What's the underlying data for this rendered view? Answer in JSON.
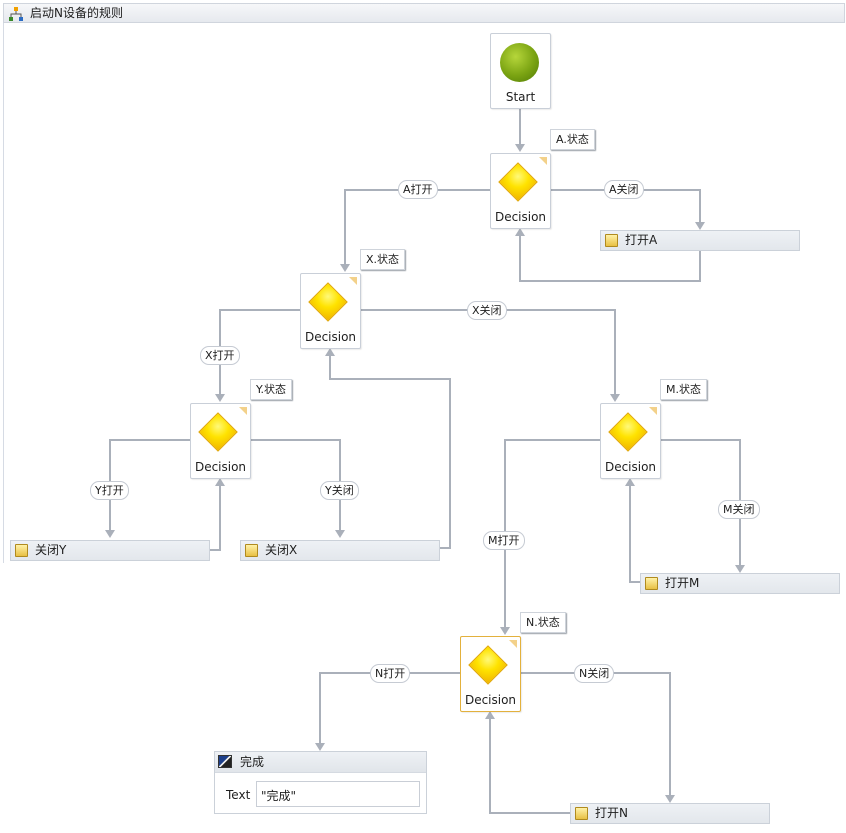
{
  "workflow": {
    "title": "启动N设备的规则"
  },
  "start": {
    "label": "Start"
  },
  "decisions": [
    {
      "id": "A",
      "label": "Decision",
      "condition": "A.状态",
      "true_label": "A打开",
      "false_label": "A关闭"
    },
    {
      "id": "X",
      "label": "Decision",
      "condition": "X.状态",
      "true_label": "X打开",
      "false_label": "X关闭"
    },
    {
      "id": "Y",
      "label": "Decision",
      "condition": "Y.状态",
      "true_label": "Y打开",
      "false_label": "Y关闭"
    },
    {
      "id": "M",
      "label": "Decision",
      "condition": "M.状态",
      "true_label": "M打开",
      "false_label": "M关闭"
    },
    {
      "id": "N",
      "label": "Decision",
      "condition": "N.状态",
      "true_label": "N打开",
      "false_label": "N关闭"
    }
  ],
  "activities": {
    "open_a": "打开A",
    "close_y": "关闭Y",
    "close_x": "关闭X",
    "open_m": "打开M",
    "open_n": "打开N"
  },
  "done": {
    "title": "完成",
    "text_label": "Text",
    "text_value": "\"完成\""
  },
  "colors": {
    "connector": "#aab0ba",
    "decision_fill": "#ffe300",
    "start_fill": "#7aa312",
    "selected_border": "#e3b13d"
  }
}
